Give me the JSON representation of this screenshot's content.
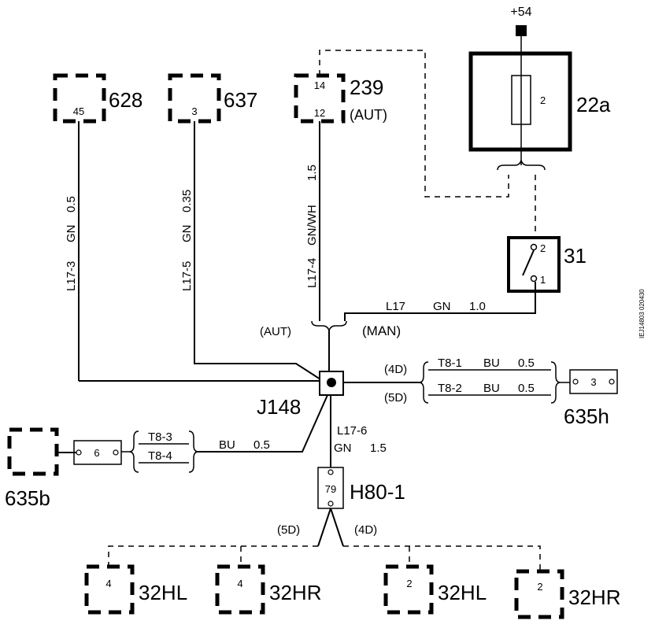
{
  "components": {
    "c628": {
      "label": "628",
      "pin": "45"
    },
    "c637": {
      "label": "637",
      "pin": "3"
    },
    "c239": {
      "label": "239",
      "pin_top": "14",
      "pin_bottom": "12",
      "note": "(AUT)"
    },
    "c22a": {
      "label": "22a",
      "pin": "2"
    },
    "supply": "+54",
    "c31": {
      "label": "31",
      "pin_top": "2",
      "pin_bottom": "1"
    },
    "j148": {
      "label": "J148"
    },
    "c635h": {
      "label": "635h",
      "pin": "3"
    },
    "c635b": {
      "label": "635b",
      "pin": "6"
    },
    "h80": {
      "label": "H80-1",
      "pin": "79"
    },
    "c32hl_a": {
      "label": "32HL",
      "pin": "4"
    },
    "c32hr_a": {
      "label": "32HR",
      "pin": "4"
    },
    "c32hl_b": {
      "label": "32HL",
      "pin": "2"
    },
    "c32hr_b": {
      "label": "32HR",
      "pin": "2"
    }
  },
  "wires": {
    "w628": {
      "id": "L17-3",
      "color": "GN",
      "size": "0.5"
    },
    "w637": {
      "id": "L17-5",
      "color": "GN",
      "size": "0.35"
    },
    "w239": {
      "id": "L17-4",
      "color": "GN/WH",
      "size": "1.5"
    },
    "w31": {
      "id": "L17",
      "color": "GN",
      "size": "1.0"
    },
    "wh80": {
      "id": "L17-6",
      "color": "GN",
      "size": "1.5"
    },
    "w635b": {
      "color": "BU",
      "size": "0.5"
    },
    "t8_1": {
      "id": "T8-1",
      "color": "BU",
      "size": "0.5"
    },
    "t8_2": {
      "id": "T8-2",
      "color": "BU",
      "size": "0.5"
    },
    "t8_3": {
      "id": "T8-3"
    },
    "t8_4": {
      "id": "T8-4"
    }
  },
  "variants": {
    "aut": "(AUT)",
    "man": "(MAN)",
    "d4_top": "(4D)",
    "d5_top": "(5D)",
    "d5_bottom": "(5D)",
    "d4_bottom": "(4D)"
  },
  "ref_code": "IEJ14803 020430"
}
